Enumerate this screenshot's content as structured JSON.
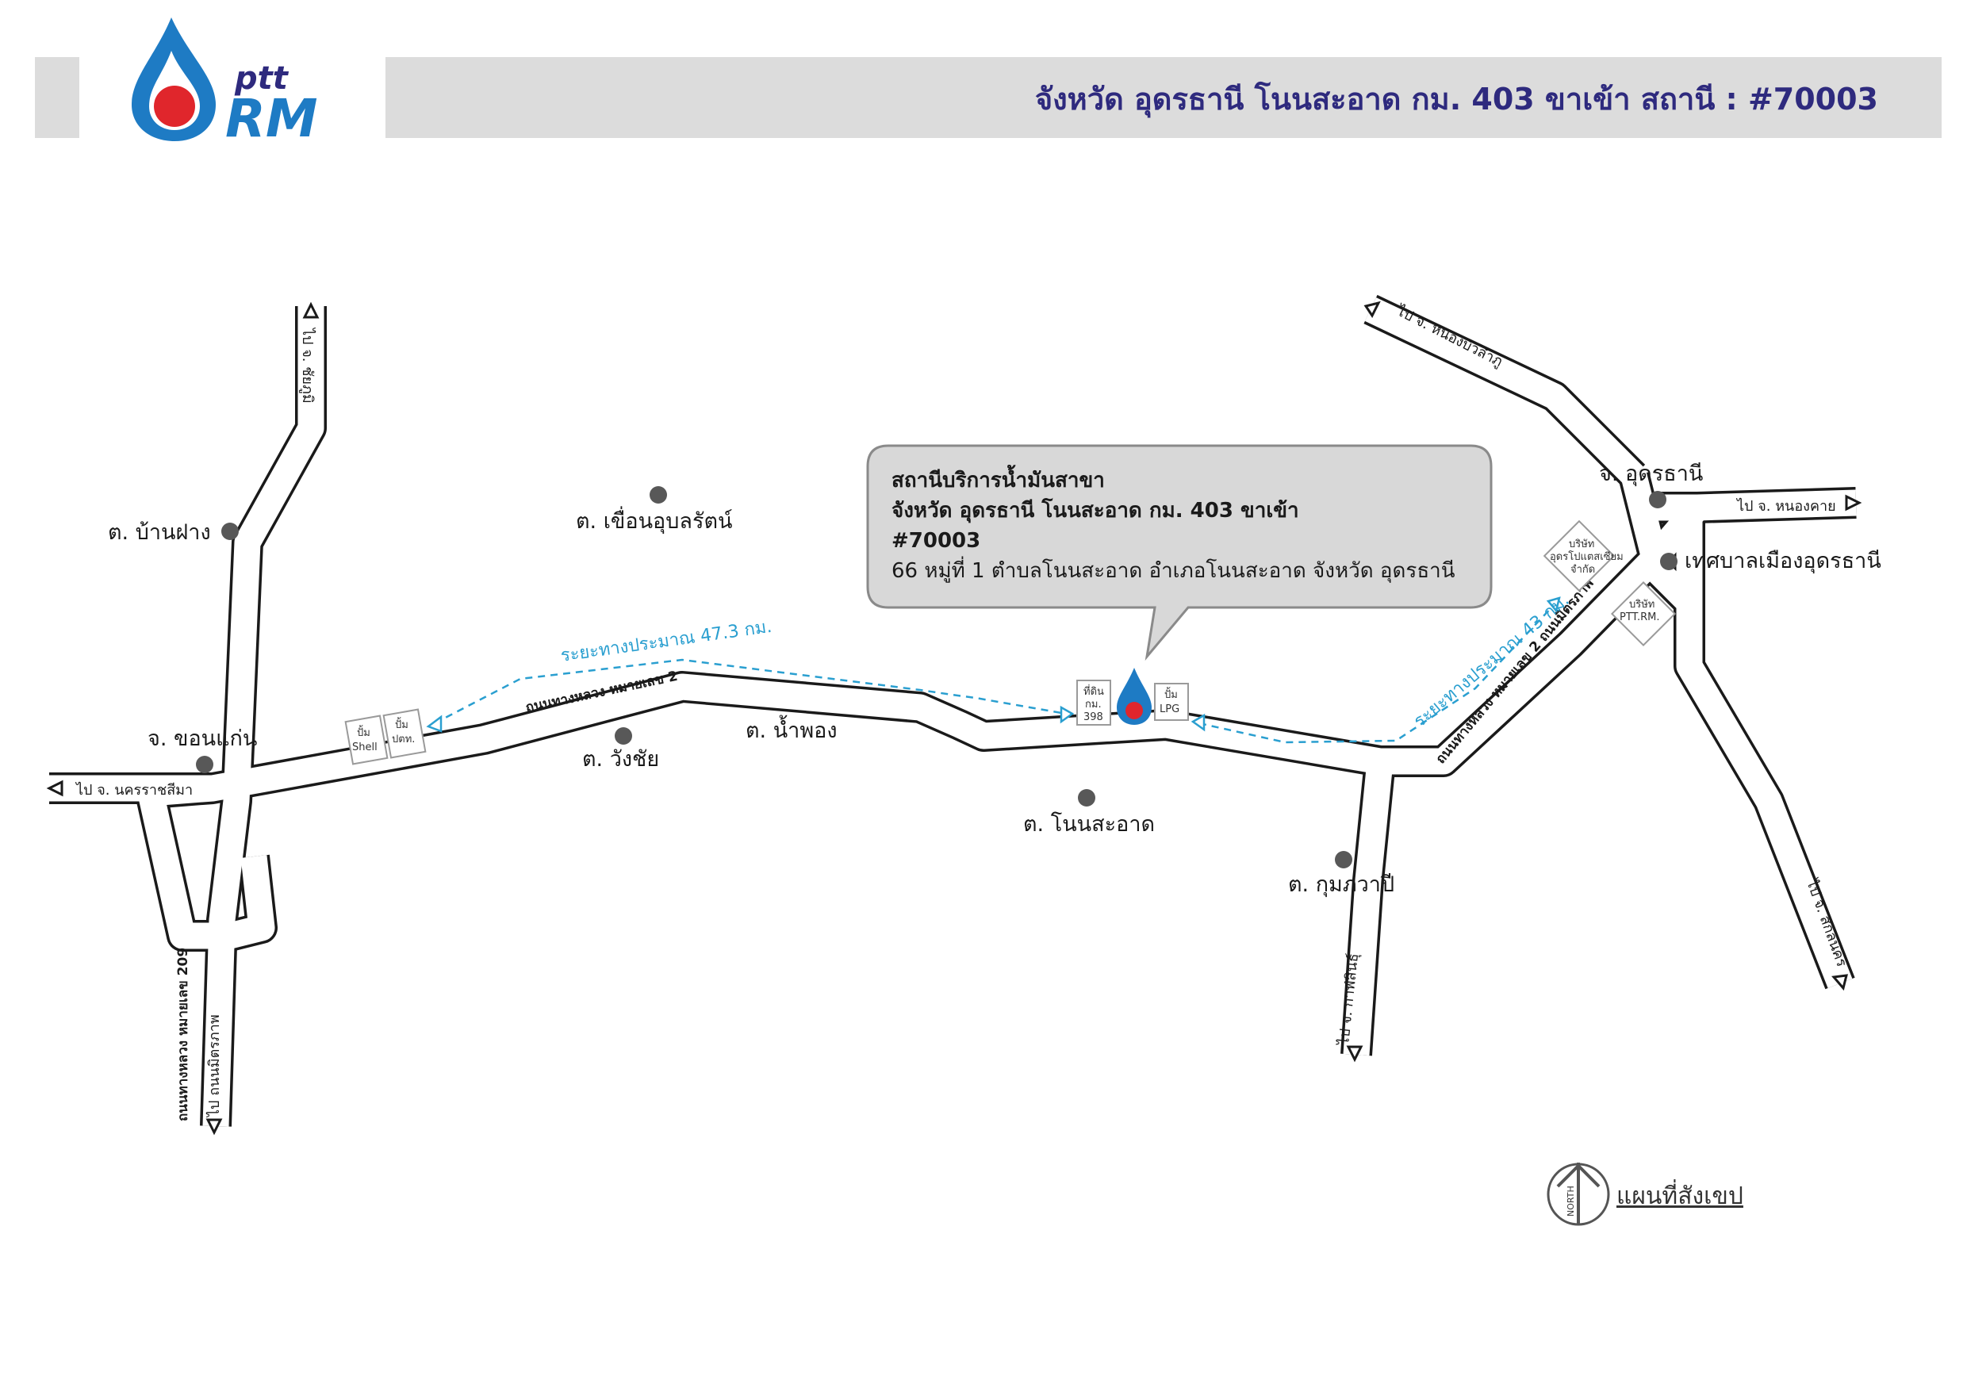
{
  "header": {
    "title": "จังหวัด อุดรธานี โนนสะอาด กม. 403 ขาเข้า สถานี : #70003",
    "logo_text_top": "ptt",
    "logo_text_bottom": "RM",
    "colors": {
      "header_bg": "#dcdcdc",
      "title": "#2e2a7e",
      "logo_blue": "#1e7bc4",
      "logo_red": "#e0262c",
      "logo_navy": "#2e2a7e"
    }
  },
  "callout": {
    "line1": "สถานีบริการน้ำมันสาขา",
    "line2": "จังหวัด อุดรธานี โนนสะอาด กม. 403 ขาเข้า",
    "line3": "#70003",
    "line4": "66 หมู่ที่ 1 ตำบลโนนสะอาด อำเภอโนนสะอาด จังหวัด อุดรธานี"
  },
  "places": {
    "ban_fang": "ต. บ้านฝาง",
    "khuean": "ต. เขื่อนอุบลรัตน์",
    "khon_kaen": "จ. ขอนแก่น",
    "wang_chai": "ต. วังชัย",
    "nam_phong": "ต. น้ำพอง",
    "non_sa_at": "ต. โนนสะอาด",
    "kumphawapi": "ต. กุมภวาปี",
    "udon": "จ. อุดรธานี",
    "udon_municipality": "เทศบาลเมืองอุดรธานี"
  },
  "directions": {
    "chum_phae": "ไป จ. ชัยภูมิ",
    "nakhon_ratchasima": "ไป จ. นครราชสีมา",
    "nong_bua": "ไป จ. หนองบัวลำภู",
    "nong_khai": "ไป จ. หนองคาย",
    "sakon": "ไป จ. สกลนคร",
    "kalasin": "ไป จ. กาฬสินธุ์",
    "mittraphap_south": "ไป ถนนมิตรภาพ"
  },
  "roads": {
    "hwy2": "ถนนทางหลวง หมายเลข 2",
    "hwy2_udon": "ถนนทางหลวง หมายเลข 2 ถนนมิตรภาพ",
    "hwy209": "ถนนทางหลวง หมายเลข 209"
  },
  "distances": {
    "left": "ระยะทางประมาณ 47.3 กม.",
    "right": "ระยะทางประมาณ 43 กม."
  },
  "landmarks": {
    "shell_l1": "ปั้ม",
    "shell_l2": "Shell",
    "ptt_l1": "ปั้ม",
    "ptt_l2": "ปตท.",
    "km_l1": "ที่ดิน",
    "km_l2": "กม.",
    "km_l3": "398",
    "lpg_l1": "ปั้ม",
    "lpg_l2": "LPG",
    "potash_l1": "บริษัท",
    "potash_l2": "อุดรโปแตสเซียม",
    "potash_l3": "จำกัด",
    "pttrm_l1": "บริษัท",
    "pttrm_l2": "PTT.RM."
  },
  "compass": {
    "north": "NORTH",
    "caption": "แผนที่สังเขป"
  }
}
